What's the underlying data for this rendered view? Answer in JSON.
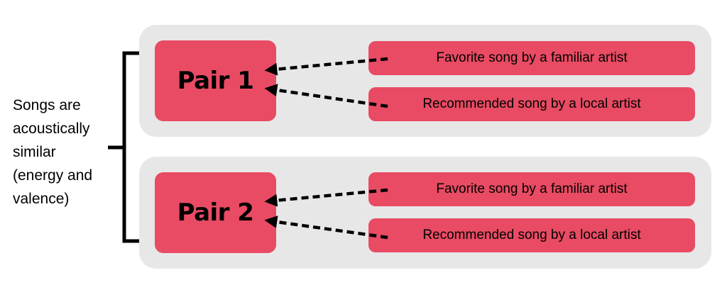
{
  "bracket_label": [
    "Songs are",
    "acoustically",
    "similar",
    "(energy and",
    "valence)"
  ],
  "pairs": [
    {
      "label": "Pair 1",
      "songs": [
        "Favorite song by a familiar artist",
        "Recommended song by a local artist"
      ]
    },
    {
      "label": "Pair 2",
      "songs": [
        "Favorite song by a familiar artist",
        "Recommended song by a local artist"
      ]
    }
  ],
  "colors": {
    "box_fill": "#e84b63",
    "group_background": "#e7e7e7",
    "lines": "#000000"
  }
}
